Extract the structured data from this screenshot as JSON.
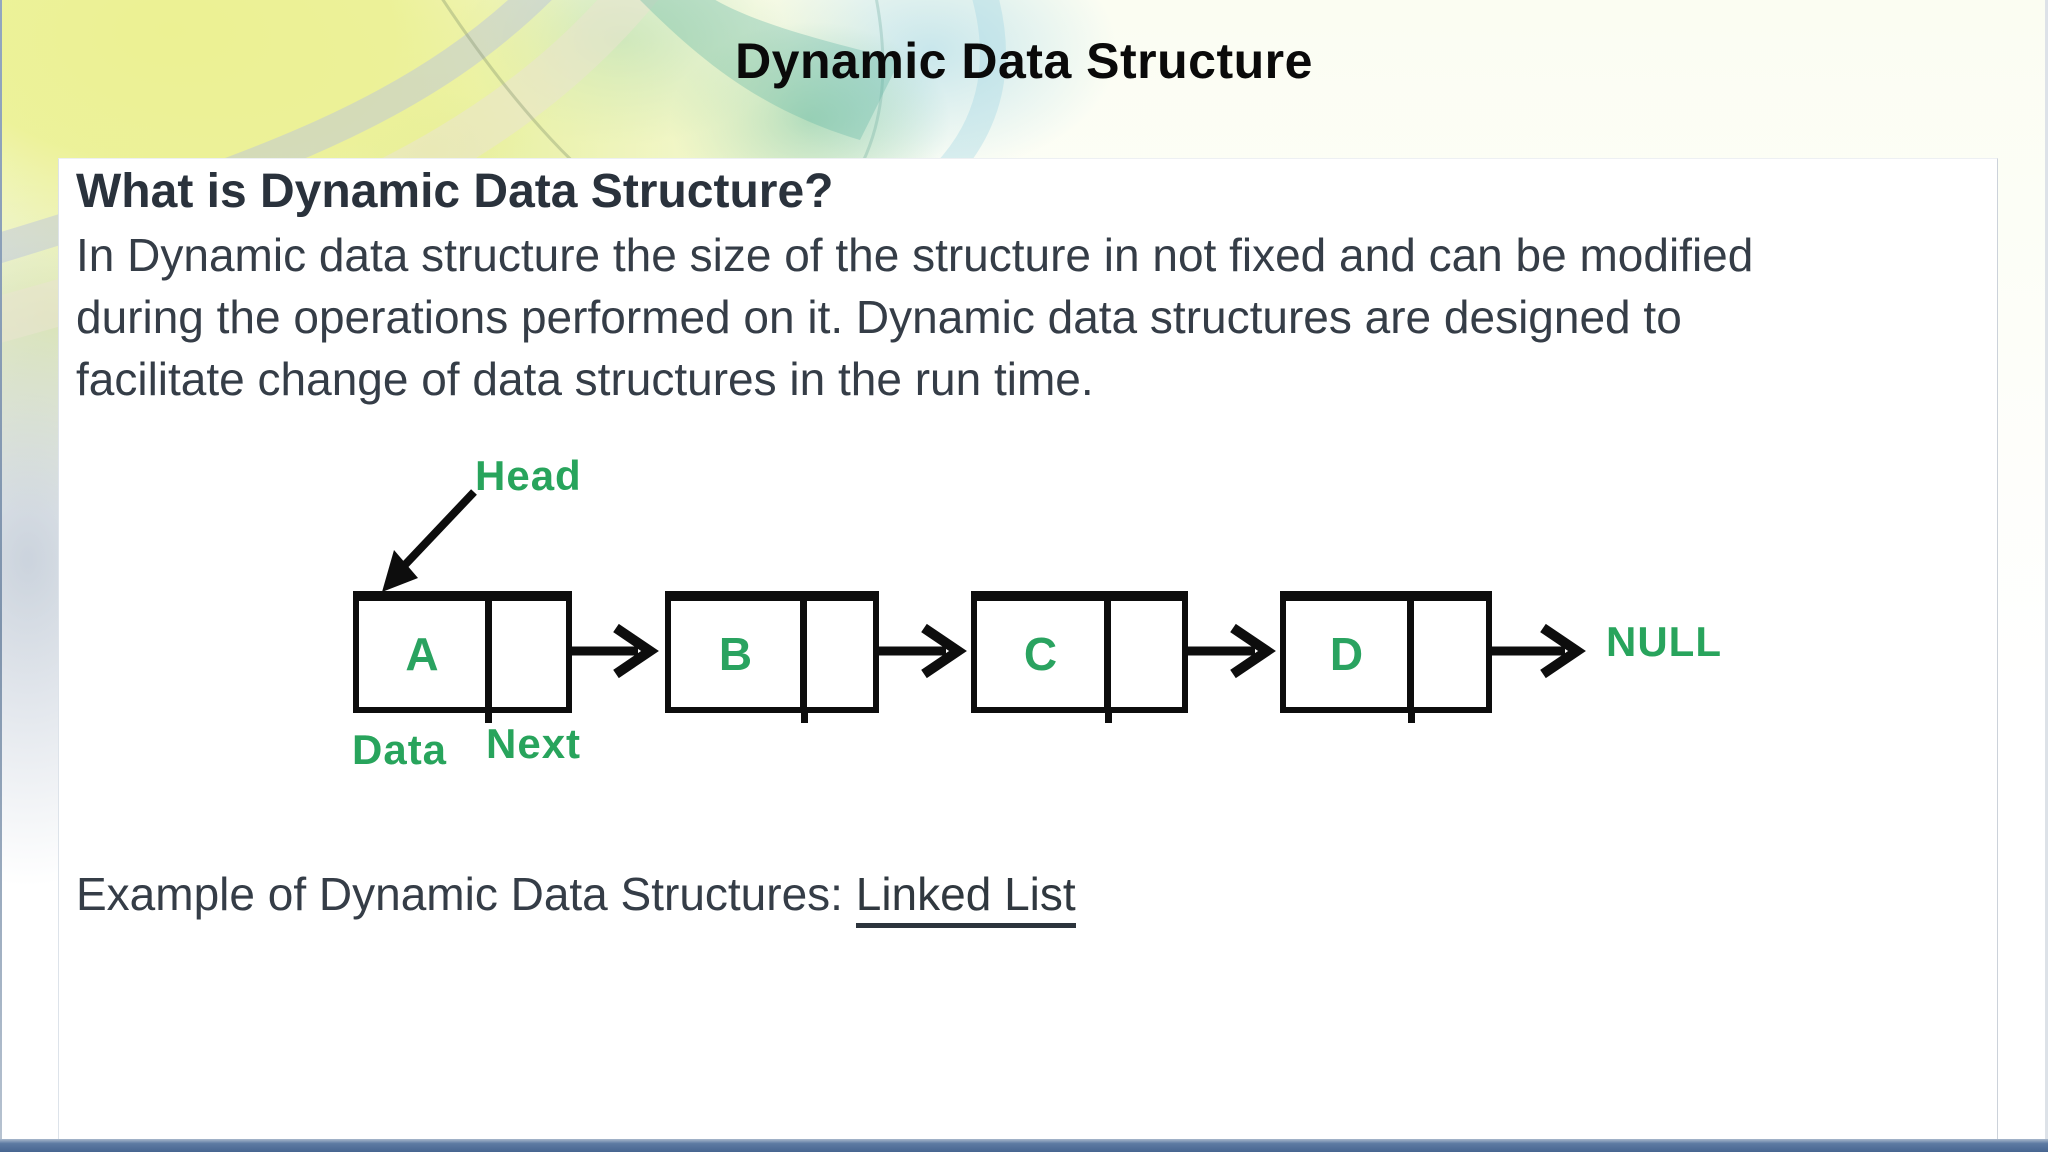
{
  "slide": {
    "title": "Dynamic Data Structure",
    "heading": "What is Dynamic Data Structure?",
    "intro_lines": [
      "In Dynamic data structure the size of the structure in not fixed and can be modified",
      "during the operations performed on it. Dynamic data structures are designed to",
      "facilitate change of data structures in the run time."
    ],
    "example_prefix": "Example of Dynamic Data Structures: ",
    "example_link": "Linked List"
  },
  "diagram": {
    "head_label": "Head",
    "node_values": [
      "A",
      "B",
      "C",
      "D"
    ],
    "null_label": "NULL",
    "data_label": "Data",
    "next_label": "Next"
  },
  "colors": {
    "diagram_green": "#28a45c",
    "accent_bar_blue": "#4b6c9c",
    "body_text": "#353d47",
    "title_black": "#0a0a0a"
  }
}
